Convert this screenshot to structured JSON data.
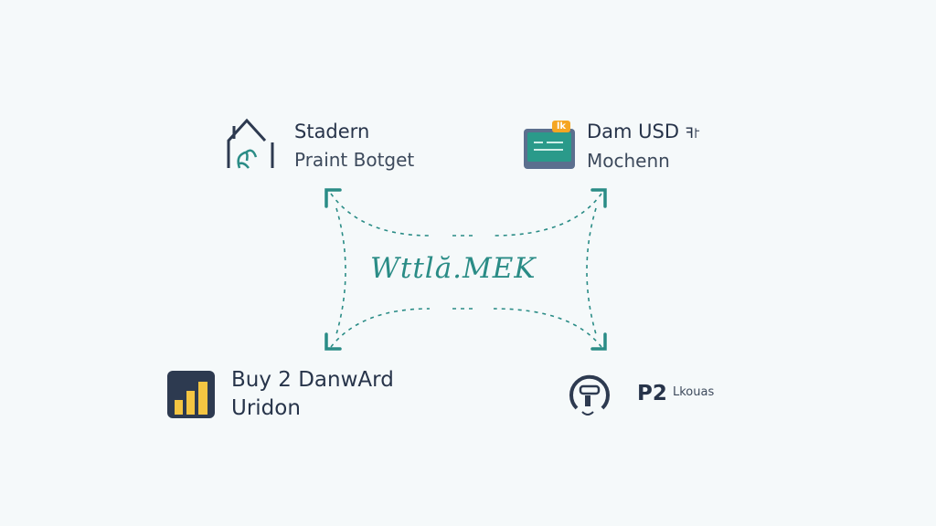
{
  "nodes": {
    "top_left": {
      "title": "Stadern",
      "subtitle": "Praint Botget",
      "icon": "house-plant-icon"
    },
    "top_right": {
      "title": "Dam USD",
      "title_suffix": "ꟻ꜓",
      "subtitle": "Mochenn",
      "icon": "monitor-book-icon",
      "badge": "lk"
    },
    "bottom_left": {
      "title": "Buy 2 DanwArd",
      "subtitle": "Uridon",
      "icon": "bar-chart-icon"
    },
    "bottom_right": {
      "title": "P2",
      "subtitle": "Lkouas",
      "icon": "headset-icon"
    }
  },
  "center": {
    "label": "Wttlă.MEK"
  },
  "colors": {
    "background": "#f5f9fa",
    "accent": "#2a8c86",
    "text": "#27344a",
    "badge": "#f5a623",
    "chart_bars": "#f4c542",
    "icon_dark": "#2d3a50"
  }
}
